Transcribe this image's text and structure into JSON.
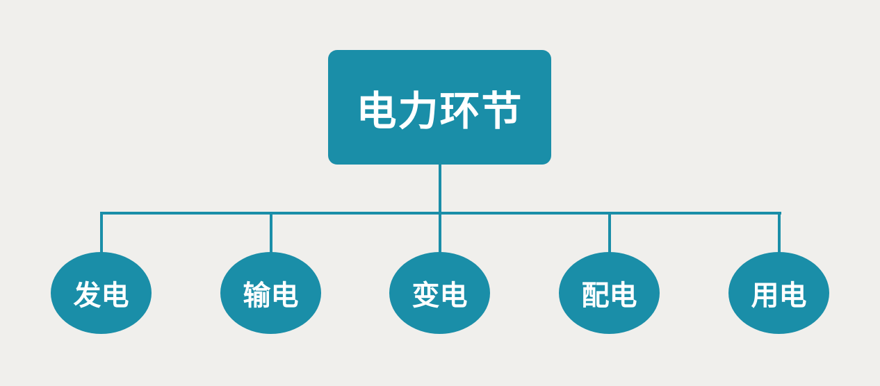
{
  "root": {
    "label": "电力环节"
  },
  "children": [
    {
      "label": "发电"
    },
    {
      "label": "输电"
    },
    {
      "label": "变电"
    },
    {
      "label": "配电"
    },
    {
      "label": "用电"
    }
  ],
  "colors": {
    "node": "#1a8ea8",
    "background": "#f0efec",
    "text": "#ffffff"
  }
}
